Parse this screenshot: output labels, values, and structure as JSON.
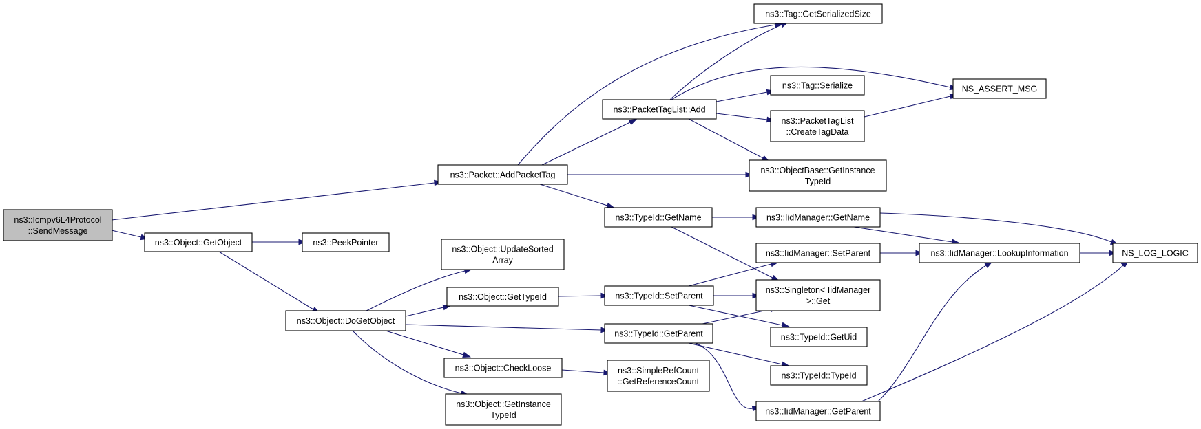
{
  "graph": {
    "colors": {
      "edge": "#191970",
      "root_fill": "#bfbfbf",
      "node_fill": "#ffffff",
      "border": "#000000"
    },
    "nodes": [
      {
        "id": "send",
        "lines": [
          "ns3::Icmpv6L4Protocol",
          "::SendMessage"
        ],
        "root": true
      },
      {
        "id": "addpackettag",
        "lines": [
          "ns3::Packet::AddPacketTag"
        ]
      },
      {
        "id": "getobject",
        "lines": [
          "ns3::Object::GetObject"
        ]
      },
      {
        "id": "peekpointer",
        "lines": [
          "ns3::PeekPointer"
        ]
      },
      {
        "id": "dogetobject",
        "lines": [
          "ns3::Object::DoGetObject"
        ]
      },
      {
        "id": "updatesorted",
        "lines": [
          "ns3::Object::UpdateSorted",
          "Array"
        ]
      },
      {
        "id": "obj_gettypeid",
        "lines": [
          "ns3::Object::GetTypeId"
        ]
      },
      {
        "id": "checkloose",
        "lines": [
          "ns3::Object::CheckLoose"
        ]
      },
      {
        "id": "obj_getinstancetypeid",
        "lines": [
          "ns3::Object::GetInstance",
          "TypeId"
        ]
      },
      {
        "id": "ptl_add",
        "lines": [
          "ns3::PacketTagList::Add"
        ]
      },
      {
        "id": "tid_getname",
        "lines": [
          "ns3::TypeId::GetName"
        ]
      },
      {
        "id": "tid_setparent",
        "lines": [
          "ns3::TypeId::SetParent"
        ]
      },
      {
        "id": "tid_getparent",
        "lines": [
          "ns3::TypeId::GetParent"
        ]
      },
      {
        "id": "simplerefcount",
        "lines": [
          "ns3::SimpleRefCount",
          "::GetReferenceCount"
        ]
      },
      {
        "id": "tag_getserializedsize",
        "lines": [
          "ns3::Tag::GetSerializedSize"
        ]
      },
      {
        "id": "tag_serialize",
        "lines": [
          "ns3::Tag::Serialize"
        ]
      },
      {
        "id": "ptl_createtagdata",
        "lines": [
          "ns3::PacketTagList",
          "::CreateTagData"
        ]
      },
      {
        "id": "ob_getinstancetypeid",
        "lines": [
          "ns3::ObjectBase::GetInstance",
          "TypeId"
        ]
      },
      {
        "id": "iid_getname",
        "lines": [
          "ns3::IidManager::GetName"
        ]
      },
      {
        "id": "iid_setparent",
        "lines": [
          "ns3::IidManager::SetParent"
        ]
      },
      {
        "id": "singleton_get",
        "lines": [
          "ns3::Singleton< IidManager",
          ">::Get"
        ]
      },
      {
        "id": "tid_getuid",
        "lines": [
          "ns3::TypeId::GetUid"
        ]
      },
      {
        "id": "tid_typeid",
        "lines": [
          "ns3::TypeId::TypeId"
        ]
      },
      {
        "id": "iid_getparent",
        "lines": [
          "ns3::IidManager::GetParent"
        ]
      },
      {
        "id": "ns_assert_msg",
        "lines": [
          "NS_ASSERT_MSG"
        ]
      },
      {
        "id": "iid_lookupinformation",
        "lines": [
          "ns3::IidManager::LookupInformation"
        ]
      },
      {
        "id": "ns_log_logic",
        "lines": [
          "NS_LOG_LOGIC"
        ]
      }
    ],
    "edges": [
      [
        "send",
        "addpackettag"
      ],
      [
        "send",
        "getobject"
      ],
      [
        "getobject",
        "peekpointer"
      ],
      [
        "getobject",
        "dogetobject"
      ],
      [
        "addpackettag",
        "tag_getserializedsize"
      ],
      [
        "addpackettag",
        "ptl_add"
      ],
      [
        "addpackettag",
        "ob_getinstancetypeid"
      ],
      [
        "addpackettag",
        "tid_getname"
      ],
      [
        "ptl_add",
        "tag_getserializedsize"
      ],
      [
        "ptl_add",
        "ns_assert_msg"
      ],
      [
        "ptl_add",
        "tag_serialize"
      ],
      [
        "ptl_add",
        "ptl_createtagdata"
      ],
      [
        "ptl_add",
        "ob_getinstancetypeid"
      ],
      [
        "ptl_createtagdata",
        "ns_assert_msg"
      ],
      [
        "tid_getname",
        "iid_getname"
      ],
      [
        "tid_getname",
        "singleton_get"
      ],
      [
        "iid_getname",
        "ns_log_logic"
      ],
      [
        "iid_getname",
        "iid_lookupinformation"
      ],
      [
        "iid_setparent",
        "iid_lookupinformation"
      ],
      [
        "iid_lookupinformation",
        "ns_log_logic"
      ],
      [
        "iid_getparent",
        "iid_lookupinformation"
      ],
      [
        "iid_getparent",
        "ns_log_logic"
      ],
      [
        "dogetobject",
        "updatesorted"
      ],
      [
        "dogetobject",
        "obj_gettypeid"
      ],
      [
        "dogetobject",
        "tid_getparent"
      ],
      [
        "dogetobject",
        "checkloose"
      ],
      [
        "dogetobject",
        "obj_getinstancetypeid"
      ],
      [
        "obj_gettypeid",
        "tid_setparent"
      ],
      [
        "tid_setparent",
        "iid_setparent"
      ],
      [
        "tid_setparent",
        "singleton_get"
      ],
      [
        "tid_setparent",
        "tid_getuid"
      ],
      [
        "tid_getparent",
        "singleton_get"
      ],
      [
        "tid_getparent",
        "tid_typeid"
      ],
      [
        "tid_getparent",
        "iid_getparent"
      ],
      [
        "checkloose",
        "simplerefcount"
      ]
    ]
  }
}
